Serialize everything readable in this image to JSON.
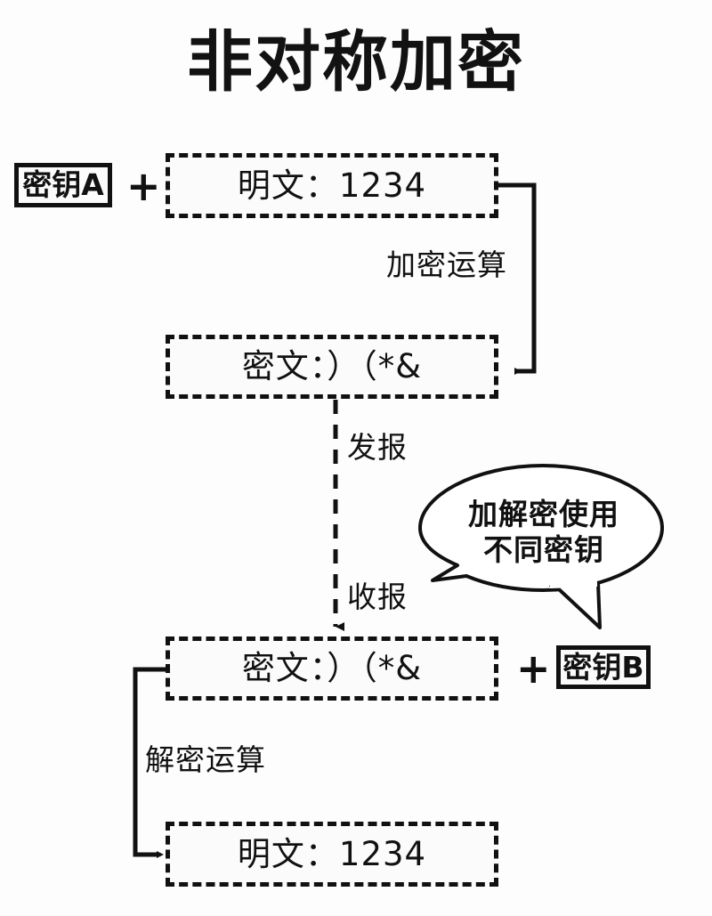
{
  "title": "非对称加密",
  "nodes": {
    "key_a": "密钥A",
    "key_b": "密钥B",
    "plus_top": "+",
    "plus_bottom": "+",
    "plaintext_top": "明文：1234",
    "ciphertext_top": "密文：）（*&",
    "ciphertext_bottom": "密文：）（*&",
    "plaintext_bottom": "明文：1234"
  },
  "edges": {
    "encrypt": "加密运算",
    "send": "发报",
    "receive": "收报",
    "decrypt": "解密运算"
  },
  "callout": {
    "line1": "加解密使用",
    "line2": "不同密钥",
    "text": "加解密使用\n不同密钥"
  },
  "colors": {
    "ink": "#111111",
    "paper": "#fdfdfd"
  },
  "diagram_data": {
    "type": "flow-diagram",
    "steps": [
      {
        "id": "key_a",
        "label": "密钥A",
        "style": "solid-box"
      },
      {
        "id": "plaintext_top",
        "label": "明文：1234",
        "style": "dashed-box"
      },
      {
        "id": "ciphertext_top",
        "label": "密文：）（*&",
        "style": "dashed-box"
      },
      {
        "id": "ciphertext_bottom",
        "label": "密文：）（*&",
        "style": "dashed-box"
      },
      {
        "id": "key_b",
        "label": "密钥B",
        "style": "solid-box"
      },
      {
        "id": "plaintext_bottom",
        "label": "明文：1234",
        "style": "dashed-box"
      }
    ],
    "connections": [
      {
        "from": "plaintext_top",
        "to": "ciphertext_top",
        "label": "加密运算",
        "style": "solid"
      },
      {
        "from": "ciphertext_top",
        "to": "ciphertext_bottom",
        "label": "发报 / 收报",
        "style": "dashed"
      },
      {
        "from": "ciphertext_bottom",
        "to": "plaintext_bottom",
        "label": "解密运算",
        "style": "solid"
      }
    ]
  }
}
